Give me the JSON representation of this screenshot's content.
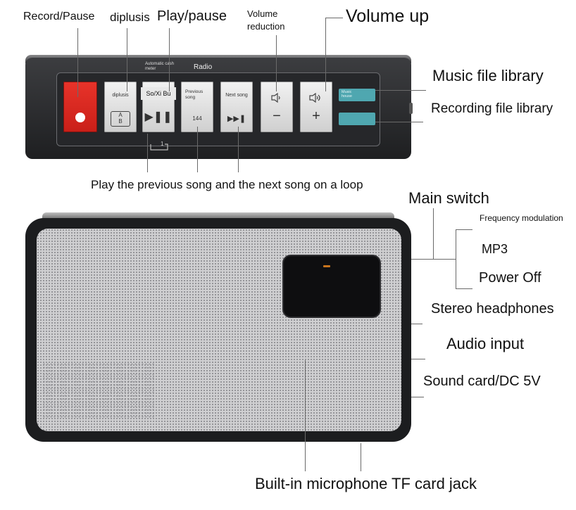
{
  "labels": {
    "record_pause": "Record/Pause",
    "diplusis": "diplusis",
    "play_pause": "Play/pause",
    "volume_reduction_1": "Volume",
    "volume_reduction_2": "reduction",
    "volume_up": "Volume up",
    "music_file_library": "Music file library",
    "recording_file_library": "Recording file library",
    "loop": "Play the previous song and the next song on a loop",
    "main_switch": "Main switch",
    "frequency_modulation": "Frequency modulation",
    "mp3": "MP3",
    "power_off": "Power Off",
    "stereo_headphones": "Stereo headphones",
    "audio_input": "Audio input",
    "sound_card_dc": "Sound card/DC 5V",
    "mic_tf": "Built-in microphone TF card jack"
  },
  "panel": {
    "auto_cash_meter_1": "Automatic cash",
    "auto_cash_meter_2": "meter",
    "radio": "Radio",
    "key_diplusis": "diplusis",
    "key_so_xi_bu": "So/Xi Bu",
    "key_previous_1": "Previous",
    "key_previous_2": "song",
    "key_144": "144",
    "key_next": "Next song",
    "key_music_house_1": "Music",
    "key_music_house_2": "house",
    "symbol_a": "A",
    "symbol_b": "B",
    "symbol_play": "▶❚❚",
    "symbol_next": "▶▶❚",
    "symbol_minus": "−",
    "symbol_plus": "+",
    "symbol_one": "1"
  },
  "colors": {
    "record_key": "#d9261d",
    "library_keys": "#4fa7b0"
  }
}
